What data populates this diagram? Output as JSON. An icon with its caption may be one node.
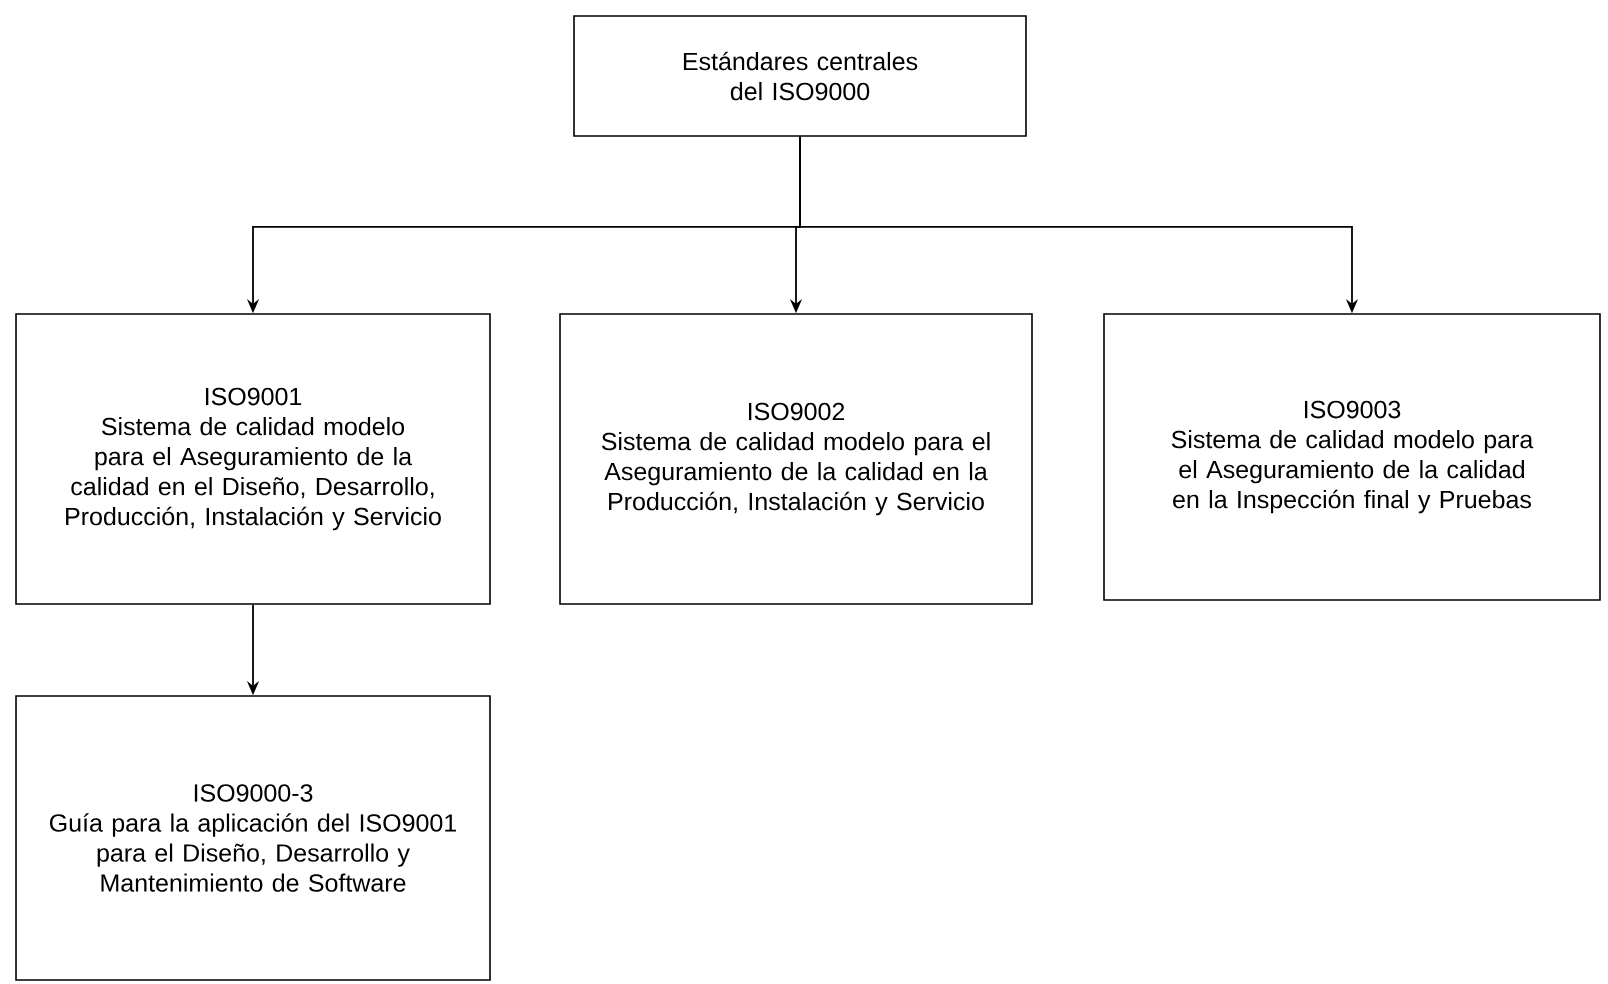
{
  "diagram": {
    "nodes": [
      {
        "text": [
          "Estándares centrales del ISO9000"
        ]
      },
      {
        "text": [
          "ISO9001",
          "Sistema de calidad modelo para el Aseguramiento de la calidad en el Diseño, Desarrollo, Producción, Instalación y Servicio"
        ]
      },
      {
        "text": [
          "ISO9002",
          "Sistema de calidad modelo para el Aseguramiento de la calidad en la Producción, Instalación y Servicio"
        ]
      },
      {
        "text": [
          "ISO9003",
          "Sistema de calidad modelo para el Aseguramiento de la calidad en la Inspección final y Pruebas"
        ]
      },
      {
        "text": [
          "ISO9000-3",
          "Guía para la aplicación del ISO9001 para el Diseño, Desarrollo y Mantenimiento de Software"
        ]
      }
    ],
    "edges": [
      {
        "from": 0,
        "to": 1,
        "arrow": "to"
      },
      {
        "from": 0,
        "to": 2,
        "arrow": "to"
      },
      {
        "from": 0,
        "to": 3,
        "arrow": "to"
      },
      {
        "from": 1,
        "to": 4,
        "arrow": "to"
      }
    ]
  }
}
